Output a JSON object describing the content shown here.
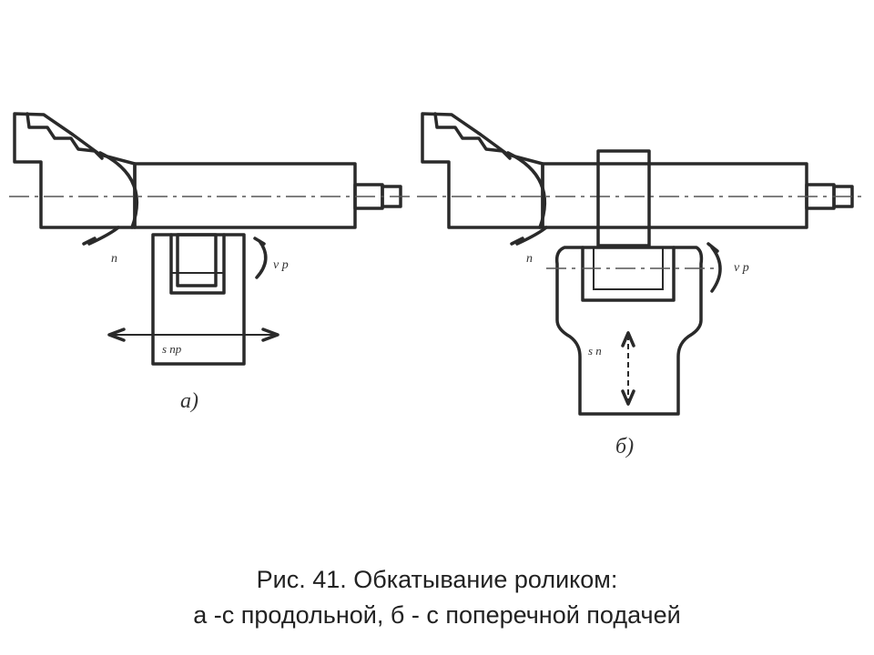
{
  "caption": {
    "line1": "Рис. 41. Обкатывание роликом:",
    "line2": "а -с продольной, б - с поперечной подачей"
  },
  "figure": {
    "left_label": "а)",
    "right_label": "б)",
    "left_feed_label": "s пр",
    "right_feed_label": "s п",
    "left_rot_label": "v р",
    "right_rot_label": "v р",
    "left_work_label": "n",
    "right_work_label": "n"
  }
}
